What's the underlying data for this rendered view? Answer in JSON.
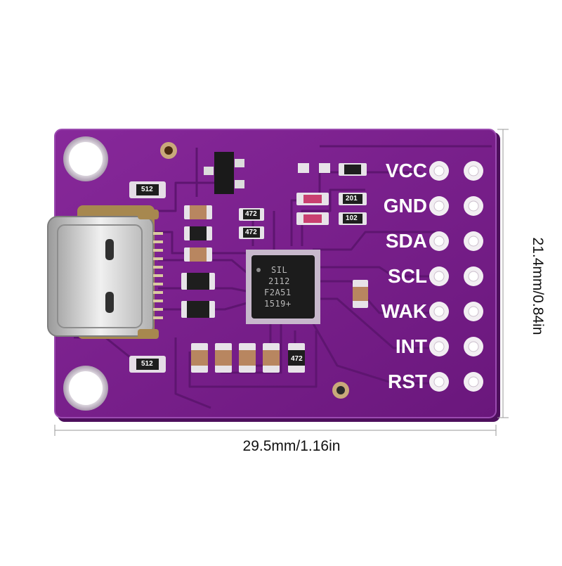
{
  "board": {
    "pin_labels": [
      "VCC",
      "GND",
      "SDA",
      "SCL",
      "WAK",
      "INT",
      "RST"
    ],
    "chip_marking": [
      "SIL",
      "2112",
      "F2A51",
      "1519+"
    ],
    "component_marks": {
      "r1": "512",
      "r2": "512",
      "r3": "472",
      "r4": "472",
      "r5": "472",
      "r6": "201",
      "r7": "102"
    }
  },
  "dimensions": {
    "width_label": "29.5mm/1.16in",
    "height_label": "21.4mm/0.84in"
  },
  "colors": {
    "pcb": "#7a1e8c",
    "pcb_dark": "#5e1570",
    "silkscreen": "#ffffff",
    "pad": "#e9e4ea",
    "chip": "#1c1c1c",
    "background": "#ffffff"
  }
}
